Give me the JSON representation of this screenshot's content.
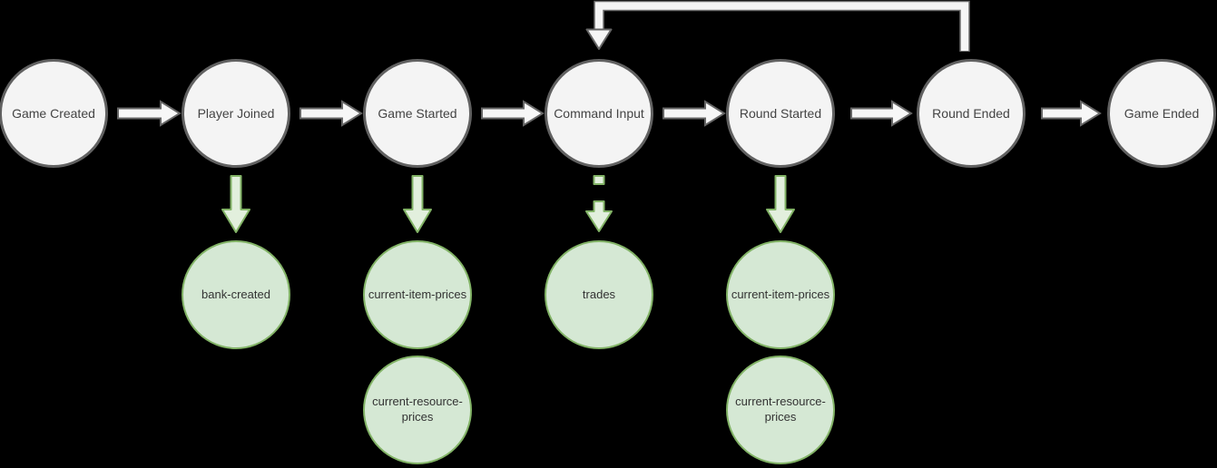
{
  "diagram": {
    "type": "state-event flow diagram",
    "colors": {
      "background": "#000000",
      "state_fill": "#f4f4f4",
      "state_border": "#616161",
      "event_fill": "#d5e8d4",
      "event_border": "#82b366",
      "flow_arrow_fill": "#f7f7f7",
      "flow_arrow_border": "#666666",
      "emit_arrow_fill": "#e2efdd",
      "emit_arrow_border": "#82b366"
    },
    "state_nodes": [
      {
        "label": "Game Created"
      },
      {
        "label": "Player Joined"
      },
      {
        "label": "Game Started"
      },
      {
        "label": "Command Input"
      },
      {
        "label": "Round Started"
      },
      {
        "label": "Round Ended"
      },
      {
        "label": "Game Ended"
      }
    ],
    "event_nodes": [
      {
        "label": "bank-created"
      },
      {
        "label": "current-item-prices"
      },
      {
        "label": "trades"
      },
      {
        "label": "current-item-prices"
      },
      {
        "label": "current-resource-prices"
      },
      {
        "label": "current-resource-prices"
      }
    ],
    "flow_arrows": [
      {
        "from": "Game Created",
        "to": "Player Joined"
      },
      {
        "from": "Player Joined",
        "to": "Game Started"
      },
      {
        "from": "Game Started",
        "to": "Command Input"
      },
      {
        "from": "Command Input",
        "to": "Round Started"
      },
      {
        "from": "Round Started",
        "to": "Round Ended"
      },
      {
        "from": "Round Ended",
        "to": "Game Ended"
      }
    ],
    "emit_arrows": [
      {
        "from": "Player Joined",
        "to": "bank-created",
        "style": "solid"
      },
      {
        "from": "Game Started",
        "to": "current-item-prices",
        "style": "solid"
      },
      {
        "from": "Command Input",
        "to": "trades",
        "style": "dashed"
      },
      {
        "from": "Round Started",
        "to": "current-item-prices",
        "style": "solid"
      }
    ],
    "loop_arrow": {
      "from": "Round Ended",
      "to": "Command Input"
    }
  }
}
